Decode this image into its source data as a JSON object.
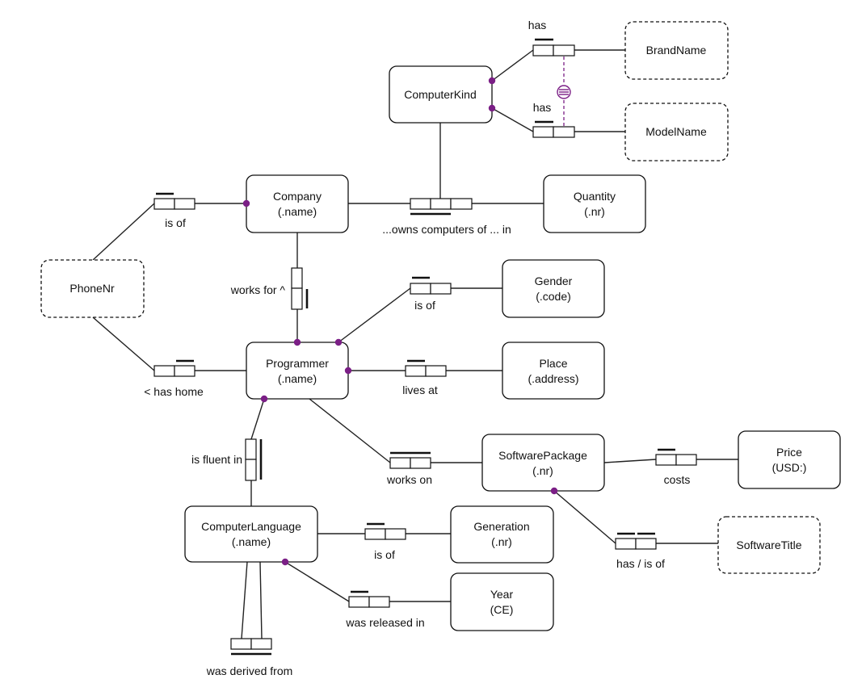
{
  "entities": {
    "computer_kind": "ComputerKind",
    "company": {
      "name": "Company",
      "ref": "(.name)"
    },
    "quantity": {
      "name": "Quantity",
      "ref": "(.nr)"
    },
    "programmer": {
      "name": "Programmer",
      "ref": "(.name)"
    },
    "gender": {
      "name": "Gender",
      "ref": "(.code)"
    },
    "place": {
      "name": "Place",
      "ref": "(.address)"
    },
    "software_package": {
      "name": "SoftwarePackage",
      "ref": "(.nr)"
    },
    "price": {
      "name": "Price",
      "ref": "(USD:)"
    },
    "computer_language": {
      "name": "ComputerLanguage",
      "ref": "(.name)"
    },
    "generation": {
      "name": "Generation",
      "ref": "(.nr)"
    },
    "year": {
      "name": "Year",
      "ref": "(CE)"
    }
  },
  "value_types": {
    "brand_name": "BrandName",
    "model_name": "ModelName",
    "phone_nr": "PhoneNr",
    "software_title": "SoftwareTitle"
  },
  "readings": {
    "brand_has": "has",
    "model_has": "has",
    "company_phone": "is of",
    "owns": "...owns computers of ... in",
    "works_for": "works for ^",
    "gender_is_of": "is of",
    "has_home": "< has home",
    "lives_at": "lives at",
    "fluent": "is fluent in",
    "works_on": "works on",
    "costs": "costs",
    "title": "has / is of",
    "generation_is_of": "is of",
    "released": "was released in",
    "derived": "was derived from"
  },
  "colors": {
    "constraint": "#7b1f86",
    "line": "#222222"
  }
}
